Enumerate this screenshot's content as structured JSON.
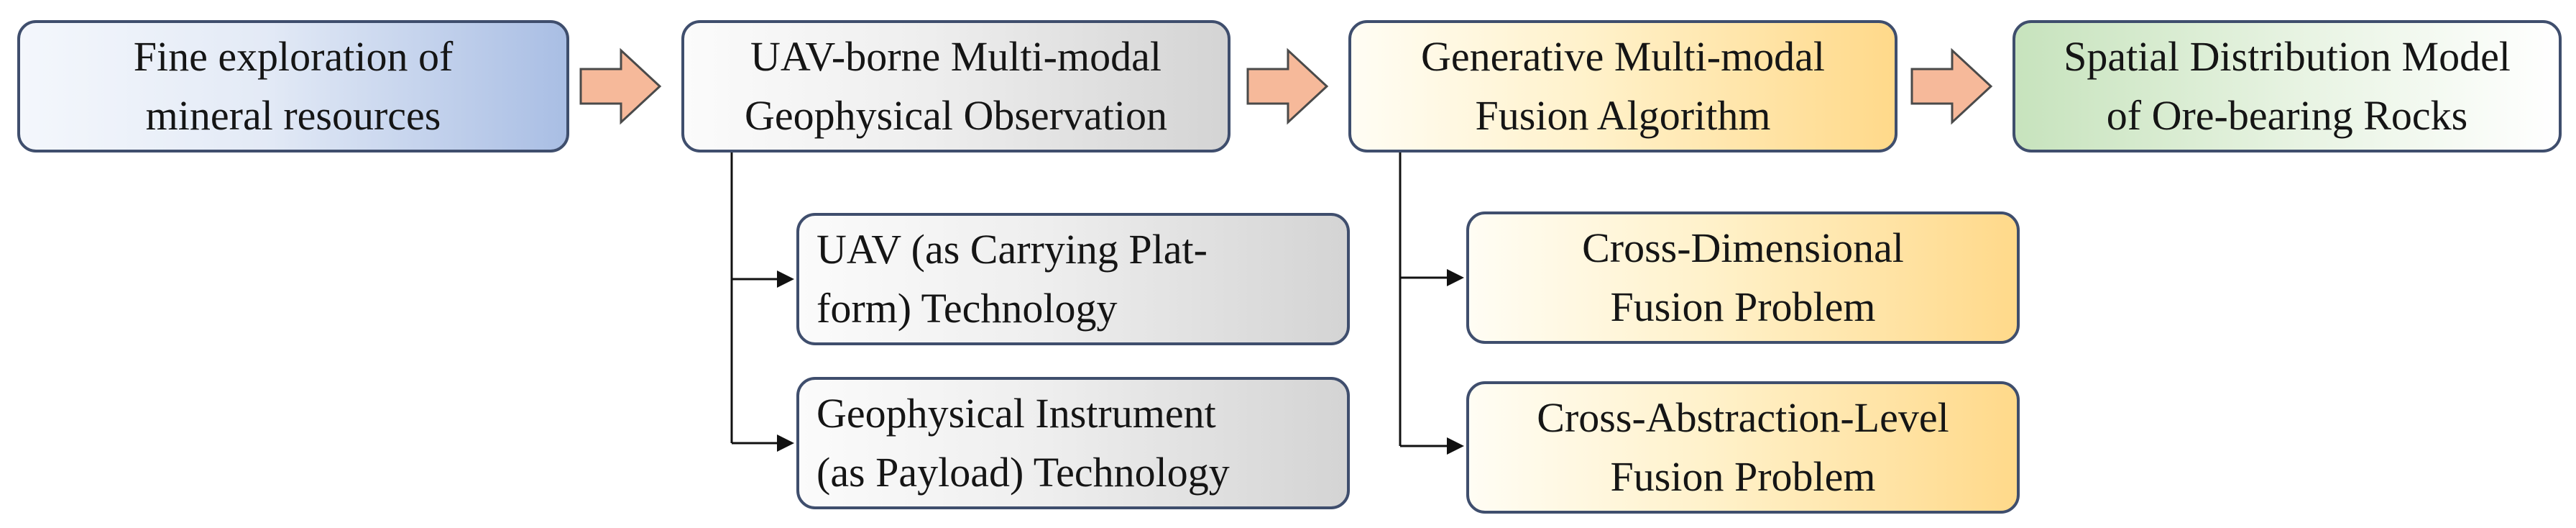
{
  "colors": {
    "border": "#3f4e6d",
    "arrow_fill": "#f6b99a",
    "arrow_stroke": "#4a4a4a",
    "connector": "#111111",
    "blue_gradient_end": "#a9bee4",
    "gray_gradient_end": "#d4d4d4",
    "yellow_gradient_end": "#ffd98a",
    "green_gradient_start": "#c7e3bd"
  },
  "top_row": [
    {
      "lines": [
        "Fine exploration of",
        "mineral resources"
      ]
    },
    {
      "lines": [
        "UAV-borne Multi-modal",
        "Geophysical Observation"
      ]
    },
    {
      "lines": [
        "Generative Multi-modal",
        "Fusion Algorithm"
      ]
    },
    {
      "lines": [
        "Spatial Distribution Model",
        "of Ore-bearing Rocks"
      ]
    }
  ],
  "observation_children": [
    {
      "lines": [
        "UAV (as Carrying Plat-",
        "form) Technology"
      ]
    },
    {
      "lines": [
        "Geophysical Instrument",
        "(as Payload) Technology"
      ]
    }
  ],
  "fusion_children": [
    {
      "lines": [
        "Cross-Dimensional",
        "Fusion Problem"
      ]
    },
    {
      "lines": [
        "Cross-Abstraction-Level",
        "Fusion Problem"
      ]
    }
  ]
}
